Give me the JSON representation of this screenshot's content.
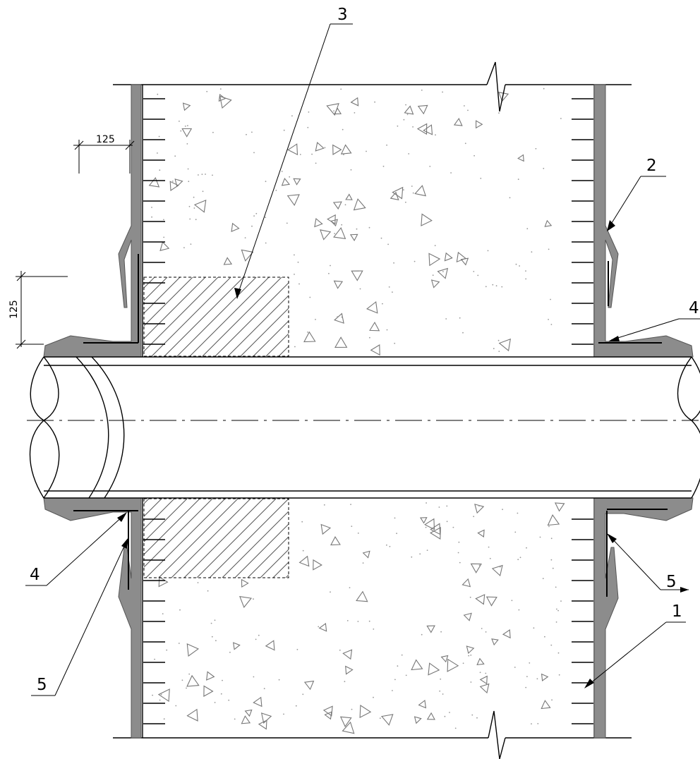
{
  "callouts": {
    "c1": "1",
    "c2": "2",
    "c3": "3",
    "c4_right": "4",
    "c4_left": "4",
    "c5_right": "5",
    "c5_left": "5"
  },
  "dimensions": {
    "horizontal": "125",
    "vertical": "125"
  },
  "colors": {
    "membrane": "#8c8c8c",
    "line": "#000000",
    "aggregate": "#777777"
  }
}
